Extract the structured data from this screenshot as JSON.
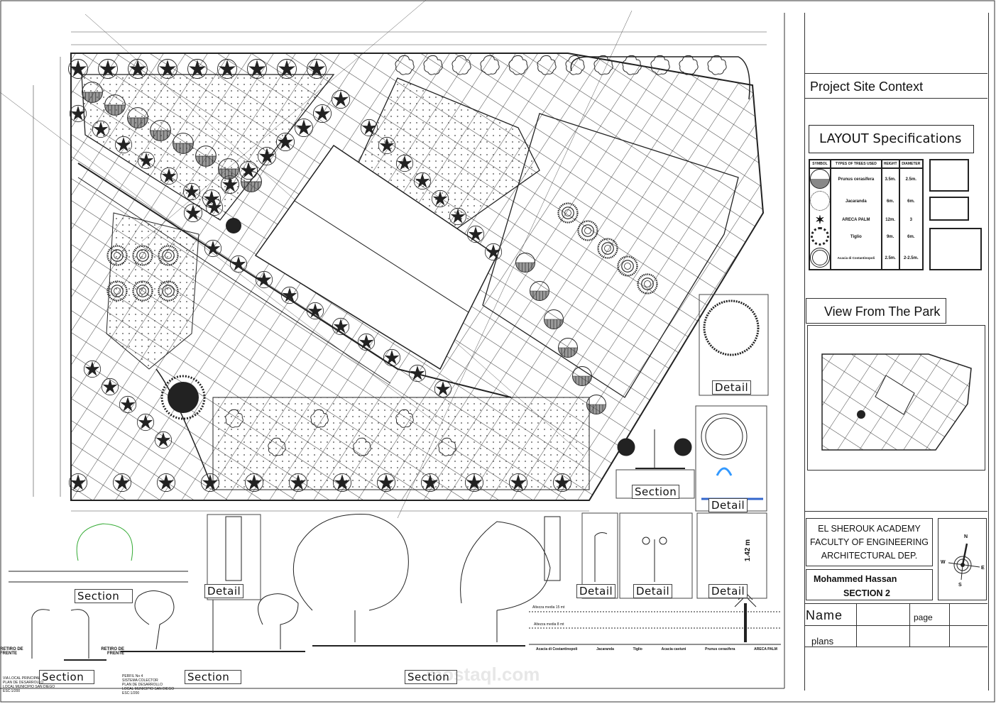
{
  "panel": {
    "project_title": "Project Site Context",
    "layout_title": "LAYOUT Specifications",
    "view_title": "View From The Park"
  },
  "spec_table": {
    "headers": [
      "SYMBOL",
      "TYPES OF TREES USED",
      "HEIGHT",
      "DIAMETER"
    ],
    "rows": [
      {
        "name": "Prunus cerasifera",
        "height": "3.5m.",
        "diameter": "2.5m."
      },
      {
        "name": "Jacaranda",
        "height": "6m.",
        "diameter": "6m."
      },
      {
        "name": "ARECA PALM",
        "height": "12m.",
        "diameter": "3"
      },
      {
        "name": "Tiglio",
        "height": "9m.",
        "diameter": "6m."
      },
      {
        "name": "Acacia di Costantinopoli",
        "height": "2.5m.",
        "diameter": "2-2.5m."
      }
    ]
  },
  "title_block": {
    "school_line1": "EL SHEROUK ACADEMY",
    "school_line2": "FACULTY OF ENGINEERING",
    "school_line3": "ARCHITECTURAL DEP.",
    "author": "Mohammed Hassan",
    "sheet": "SECTION 2",
    "name_label": "Name",
    "page_label": "page",
    "plans_label": "plans",
    "north": "N",
    "south": "S",
    "east": "E",
    "west": "W"
  },
  "labels": {
    "detail": "Detail",
    "section": "Section"
  },
  "sections": {
    "left_note": [
      "VIA LOCAL PRINCIPAL",
      "PLAN DE DESARROLLO",
      "LOCAL MUNICIPIO SAN DIEGO",
      "ESC:1/200"
    ],
    "mid_note": [
      "PERFIL No 4",
      "SISTEMA COLECTOR",
      "PLAN DE DESARROLLO",
      "LOCAL MUNICIPIO SAN DIEGO",
      "ESC:1/200"
    ],
    "retiro": "RETIRO DE FRENTE",
    "height_15": "Altezza media 15 mt",
    "height_8": "Altezza media 8 mt",
    "dim_142": "1.42 m",
    "tree_names": [
      "Acacia di Costantinopoli",
      "Jacaranda",
      "Tiglio",
      "Acacia caviuni",
      "Prunus cerasifera",
      "ARECA PALM"
    ]
  },
  "watermark": "mostaql.com"
}
